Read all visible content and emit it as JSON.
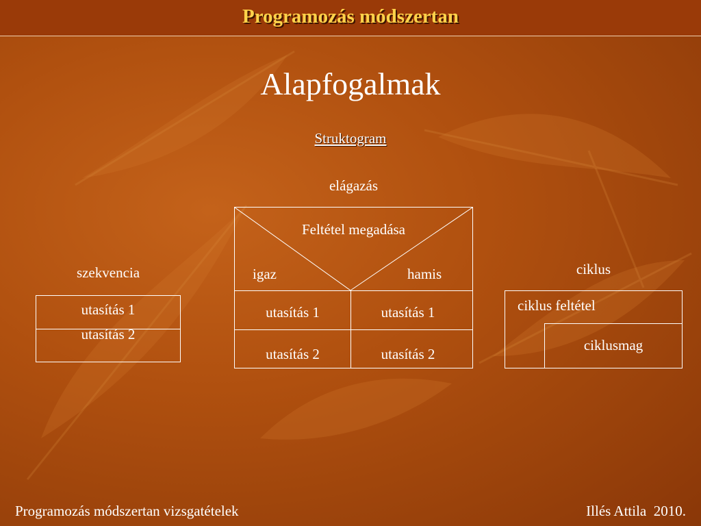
{
  "header": {
    "title": "Programozás módszertan"
  },
  "slide": {
    "title": "Alapfogalmak",
    "subtitle": "Struktogram"
  },
  "sequence": {
    "label": "szekvencia",
    "items": [
      "utasítás 1",
      "utasítás 2"
    ]
  },
  "branch": {
    "label": "elágazás",
    "condition": "Feltétel megadása",
    "true_label": "igaz",
    "false_label": "hamis",
    "true_items": [
      "utasítás 1",
      "utasítás 2"
    ],
    "false_items": [
      "utasítás 1",
      "utasítás 2"
    ]
  },
  "loop": {
    "label": "ciklus",
    "condition": "ciklus feltétel",
    "body": "ciklusmag"
  },
  "footer": {
    "left": "Programozás módszertan vizsgatételek",
    "right": "Illés Attila  2010."
  },
  "colors": {
    "header_text": "#ffd24a",
    "header_bg": "#9a3a08",
    "background": "#b0500f"
  }
}
